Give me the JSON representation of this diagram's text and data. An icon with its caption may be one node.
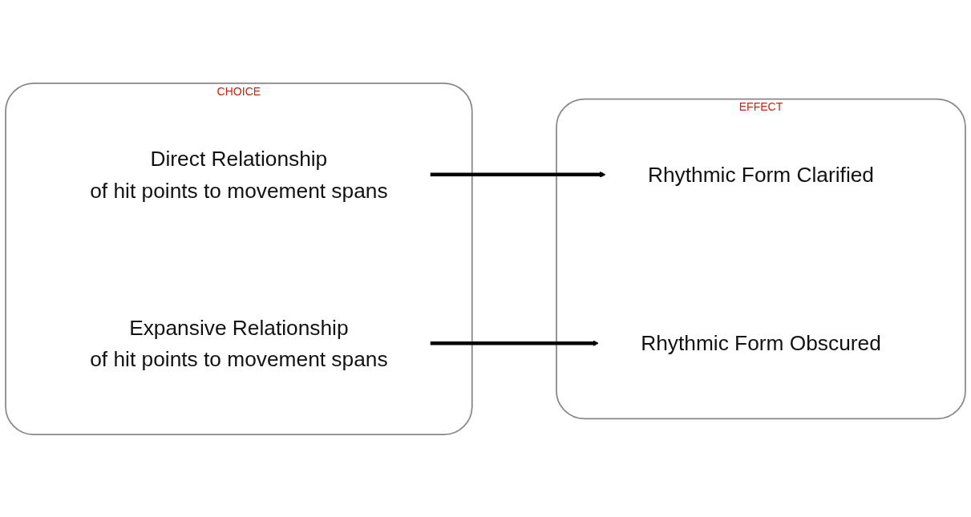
{
  "diagram": {
    "nodes": [
      {
        "text": [
          "CHOICE"
        ]
      },
      {
        "text": [
          "Direct Relationship",
          "of hit points to movement spans"
        ],
        "in": 0
      },
      {
        "text": [
          "Expansive Relationship",
          "of hit points to movement spans"
        ],
        "in": 0
      },
      {
        "text": [
          "EFFECT"
        ]
      },
      {
        "text": [
          "Rhythmic Form Clarified"
        ],
        "in": 3
      },
      {
        "text": [
          "Rhythmic Form Obscured"
        ],
        "in": 3
      }
    ],
    "edges": [
      {
        "from": 1,
        "to": 4,
        "arrow": "to"
      },
      {
        "from": 2,
        "to": 5,
        "arrow": "to"
      }
    ]
  }
}
